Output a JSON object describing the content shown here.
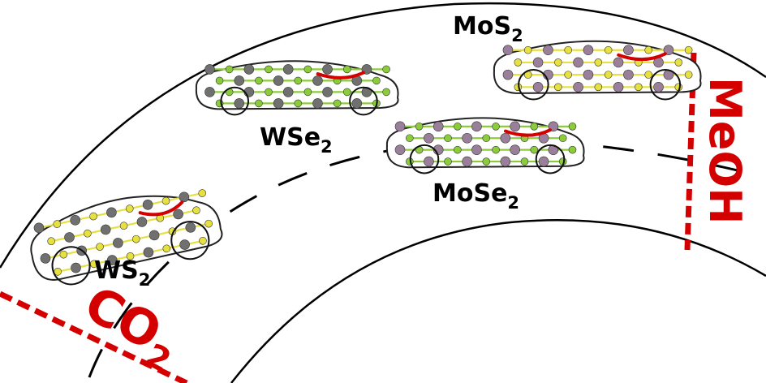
{
  "colors": {
    "accent_red": "#d40000",
    "track": "#000000",
    "W_atom": "#707070",
    "Mo_atom": "#9a7f9a",
    "S_atom": "#e6e040",
    "Se_atom": "#8ccc3c"
  },
  "labels": {
    "start": {
      "main": "CO",
      "sub": "2"
    },
    "end": {
      "main": "MeOH"
    }
  },
  "cars": [
    {
      "material": "WS",
      "sub": "2",
      "metal": "W_atom",
      "chalcogen": "S_atom"
    },
    {
      "material": "WSe",
      "sub": "2",
      "metal": "W_atom",
      "chalcogen": "Se_atom"
    },
    {
      "material": "MoSe",
      "sub": "2",
      "metal": "Mo_atom",
      "chalcogen": "Se_atom"
    },
    {
      "material": "MoS",
      "sub": "2",
      "metal": "Mo_atom",
      "chalcogen": "S_atom"
    }
  ]
}
